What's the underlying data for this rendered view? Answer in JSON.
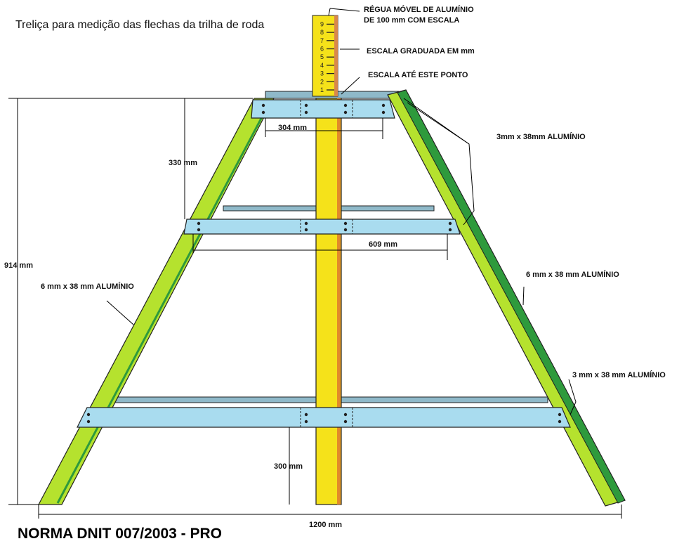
{
  "title": "Treliça para medição das flechas da trilha de roda",
  "footer": "NORMA DNIT 007/2003 - PRO",
  "ruler": {
    "ticks": [
      "1",
      "2",
      "3",
      "4",
      "5",
      "6",
      "7",
      "8",
      "9"
    ]
  },
  "callouts": {
    "ruler_line1": "RÉGUA MÓVEL DE ALUMÍNIO",
    "ruler_line2": "DE 100 mm COM ESCALA",
    "scale": "ESCALA GRADUADA EM mm",
    "scale_end": "ESCALA ATÉ ESTE PONTO",
    "brace_top": "3mm x 38mm  ALUMÍNIO",
    "leg_right": "6 mm x 38 mm  ALUMÍNIO",
    "leg_left": "6 mm x 38 mm ALUMÍNIO",
    "brace_bottom": "3 mm x 38 mm  ALUMÍNIO"
  },
  "dimensions": {
    "top_width": "304 mm",
    "top_height": "330 mm",
    "mid_width": "609 mm",
    "total_height": "914 mm",
    "bottom_clearance": "300 mm",
    "base_width": "1200 mm"
  },
  "colors": {
    "leg": "#b5e22e",
    "stripe": "#2e9a3c",
    "bar": "#a9dcef",
    "post": "#f5e21a"
  }
}
